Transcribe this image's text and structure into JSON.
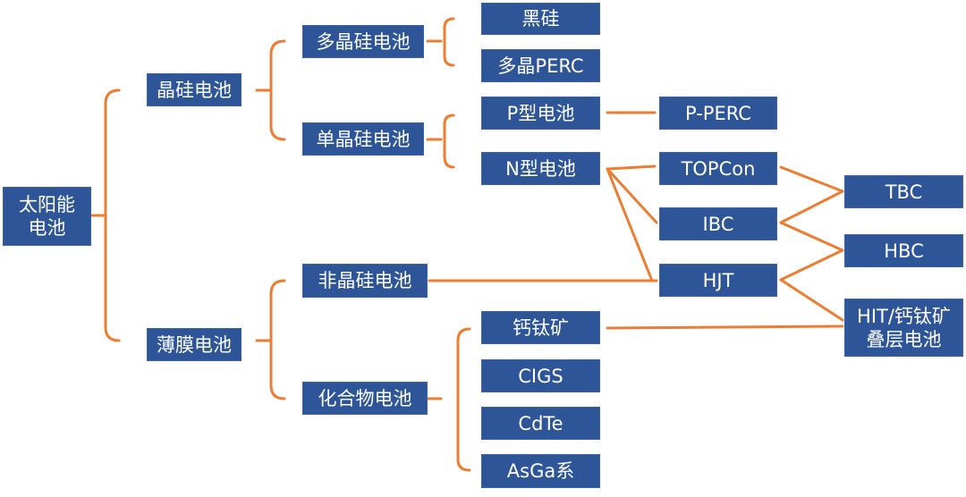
{
  "nodes": {
    "root_line1": "太阳能",
    "root_line2": "电池",
    "crystal_si": "晶硅电池",
    "thin_film": "薄膜电池",
    "multi_si": "多晶硅电池",
    "mono_si": "单晶硅电池",
    "amorphous_si": "非晶硅电池",
    "compound": "化合物电池",
    "black_si": "黑硅",
    "multi_perc": "多晶PERC",
    "p_type": "P型电池",
    "n_type": "N型电池",
    "p_perc": "P-PERC",
    "topcon": "TOPCon",
    "ibc": "IBC",
    "hjt": "HJT",
    "tbc": "TBC",
    "hbc": "HBC",
    "hit_line1": "HIT/钙钛矿",
    "hit_line2": "叠层电池",
    "perovskite": "钙钛矿",
    "cigs": "CIGS",
    "cdte": "CdTe",
    "asga": "AsGa系"
  },
  "colors": {
    "node_fill": "#2e5597",
    "node_text": "#ffffff",
    "connector": "#ed7d31"
  }
}
